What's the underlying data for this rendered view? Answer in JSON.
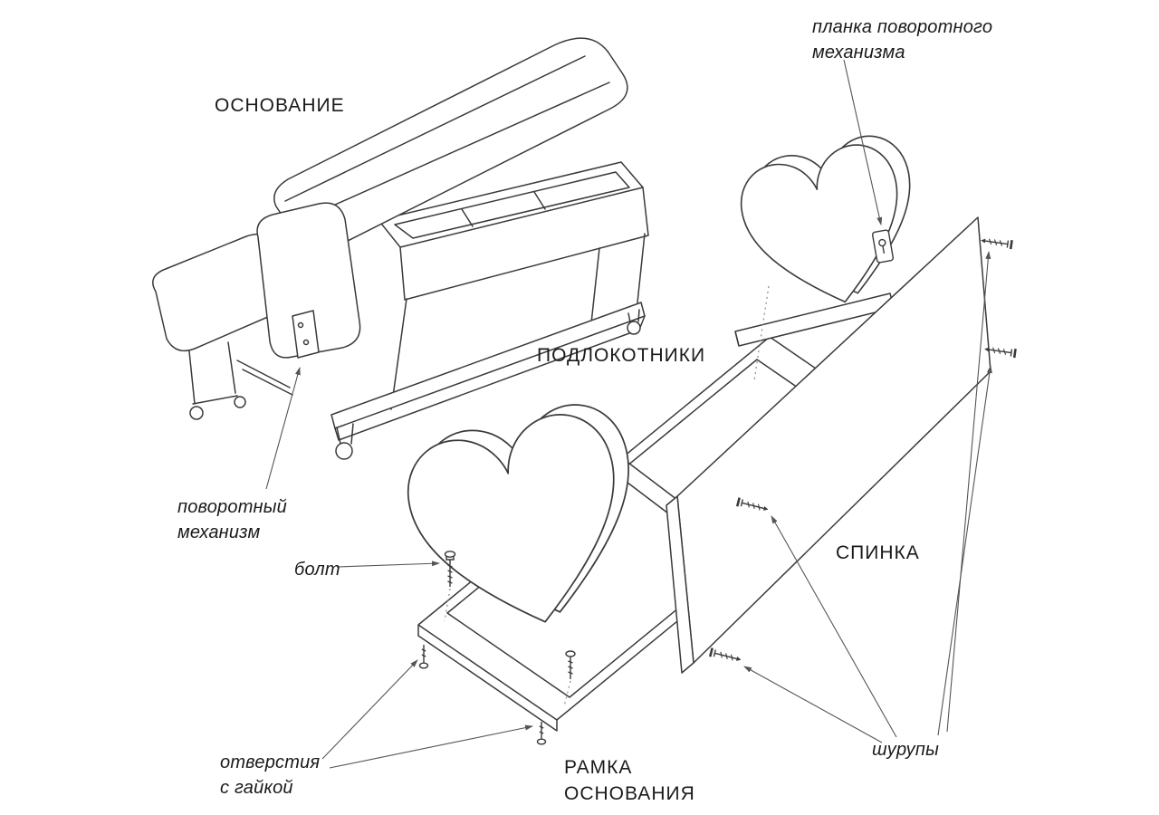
{
  "diagram": {
    "type": "furniture-assembly-exploded-view",
    "language": "ru",
    "colors": {
      "line": "#3a3a3a",
      "label": "#1a1a1a",
      "arrow": "#666666",
      "background": "#ffffff"
    },
    "labels": {
      "base": "ОСНОВАНИЕ",
      "swivel_plate": "планка поворотного\nмеханизма",
      "armrests": "ПОДЛОКОТНИКИ",
      "swivel_mechanism": "поворотный\nмеханизм",
      "bolt": "болт",
      "back": "СПИНКА",
      "nut_holes": "отверстия\nс гайкой",
      "base_frame": "РАМКА\nОСНОВАНИЯ",
      "screws": "шурупы"
    }
  }
}
